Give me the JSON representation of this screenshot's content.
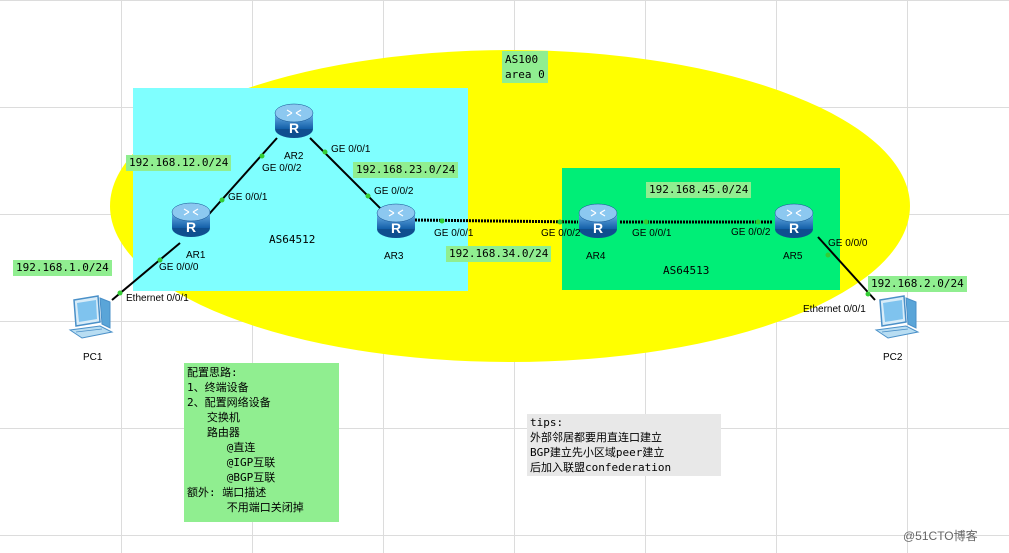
{
  "regions": {
    "as100": {
      "name": "AS100",
      "area": "area 0",
      "color": "#ffff00"
    },
    "as64512": {
      "name": "AS64512",
      "color": "#7fffff"
    },
    "as64513": {
      "name": "AS64513",
      "color": "#00ee77"
    }
  },
  "subnets": {
    "s12": "192.168.12.0/24",
    "s23": "192.168.23.0/24",
    "s1": "192.168.1.0/24",
    "s34": "192.168.34.0/24",
    "s45": "192.168.45.0/24",
    "s2": "192.168.2.0/24"
  },
  "devices": {
    "ar1": "AR1",
    "ar2": "AR2",
    "ar3": "AR3",
    "ar4": "AR4",
    "ar5": "AR5",
    "pc1": "PC1",
    "pc2": "PC2"
  },
  "ports": {
    "ar2_ge001": "GE 0/0/1",
    "ar2_ge002": "GE 0/0/2",
    "ar1_ge001": "GE 0/0/1",
    "ar1_ge000": "GE 0/0/0",
    "ar3_ge002": "GE 0/0/2",
    "ar3_ge001": "GE 0/0/1",
    "ar4_ge002": "GE 0/0/2",
    "ar4_ge001": "GE 0/0/1",
    "ar5_ge002": "GE 0/0/2",
    "ar5_ge000": "GE 0/0/0",
    "pc1_eth": "Ethernet 0/0/1",
    "pc2_eth": "Ethernet 0/0/1"
  },
  "config_note": {
    "lines": [
      "配置思路:",
      "1、终端设备",
      "2、配置网络设备",
      "   交换机",
      "   路由器",
      "      @直连",
      "      @IGP互联",
      "      @BGP互联",
      "额外: 端口描述",
      "      不用端口关闭掉"
    ]
  },
  "tips": {
    "lines": [
      "tips:",
      "外部邻居都要用直连口建立",
      "BGP建立先小区域peer建立",
      "后加入联盟confederation"
    ]
  },
  "watermark": "@51CTO博客",
  "colors": {
    "link": "#000000",
    "port_dot": "#33cc33",
    "label_bg": "#90ee90",
    "router": "#1a6fc0"
  },
  "icons": {
    "router": "router-icon",
    "pc": "pc-icon"
  }
}
